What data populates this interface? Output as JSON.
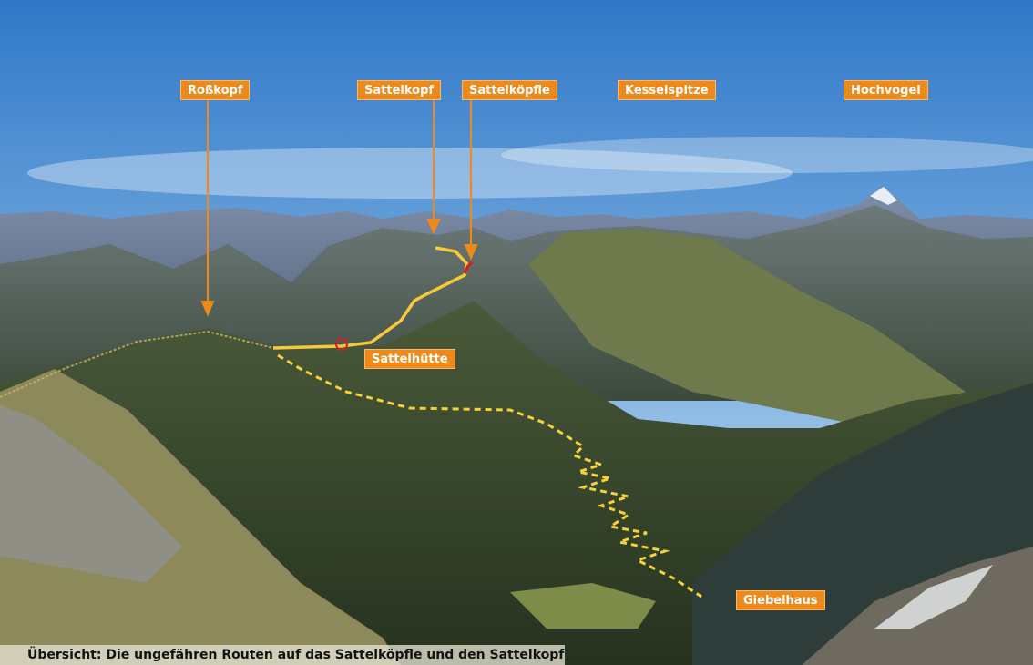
{
  "labels": {
    "rosskopf": "Roßkopf",
    "sattelkopf": "Sattelkopf",
    "sattelkoepfle": "Sattelköpfle",
    "kesselspitze": "Kesselspitze",
    "hochvogel": "Hochvogel",
    "sattelhuette": "Sattelhütte",
    "giebelhaus": "Giebelhaus"
  },
  "caption": "Übersicht: Die ungefähren Routen auf das Sattelköpfle und den Sattelkopf",
  "colors": {
    "label_bg": "#ee8a1c",
    "route": "#f5c93a",
    "marker": "#d0202a",
    "arrow": "#ee8a1c"
  }
}
